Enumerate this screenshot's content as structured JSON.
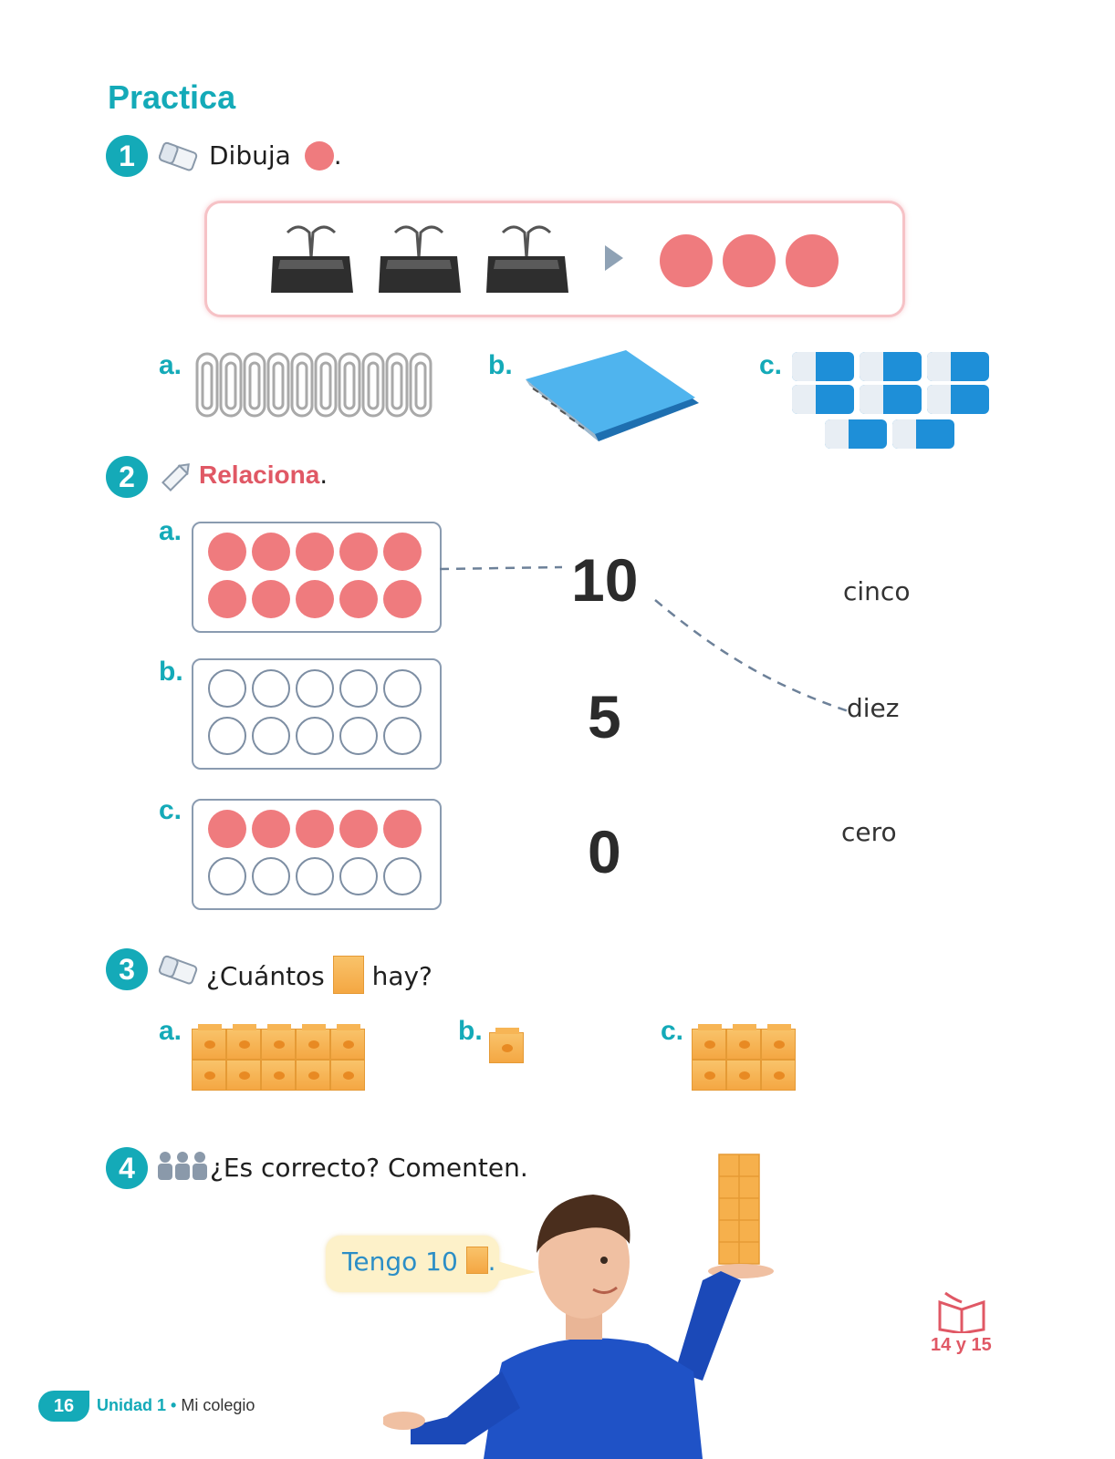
{
  "section_title": "Practica",
  "exercise1": {
    "number": "1",
    "instruction": "Dibuja",
    "punct": ".",
    "items": [
      "a.",
      "b.",
      "c."
    ]
  },
  "exercise2": {
    "number": "2",
    "instruction": "Relaciona",
    "punct": ".",
    "rows": [
      {
        "letter": "a.",
        "filled": 10
      },
      {
        "letter": "b.",
        "filled": 0
      },
      {
        "letter": "c.",
        "filled": 5
      }
    ],
    "numbers": [
      "10",
      "5",
      "0"
    ],
    "words": [
      "cinco",
      "diez",
      "cero"
    ]
  },
  "exercise3": {
    "number": "3",
    "instruction_pre": "¿Cuántos",
    "instruction_post": "hay?",
    "items": [
      "a.",
      "b.",
      "c."
    ]
  },
  "exercise4": {
    "number": "4",
    "instruction": "¿Es correcto? Comenten.",
    "speech": "Tengo 10",
    "speech_punct": "."
  },
  "reference": "14 y 15",
  "footer": {
    "page": "16",
    "unit": "Unidad 1",
    "separator": "•",
    "topic": "Mi colegio"
  },
  "colors": {
    "teal": "#14aab8",
    "pink": "#ef7b7e",
    "red_label": "#e05865",
    "cube_orange": "#f6b04c"
  }
}
